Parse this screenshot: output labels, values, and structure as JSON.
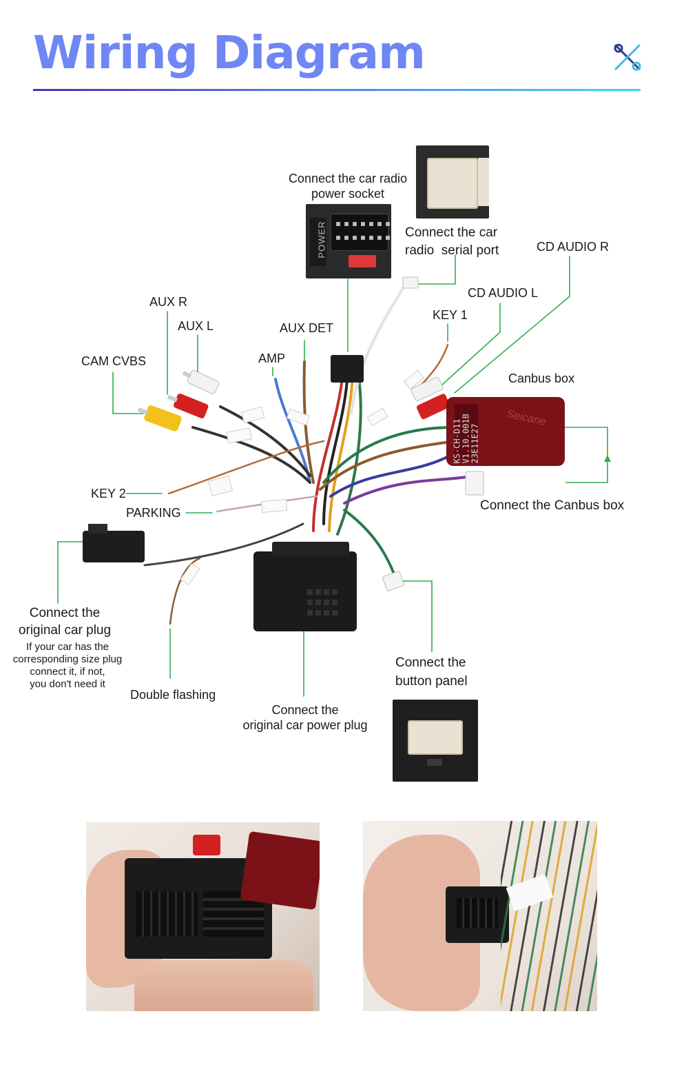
{
  "header": {
    "title": "Wiring Diagram",
    "icon": "tools-icon",
    "colors": {
      "title": "#6f86f5",
      "rule_start": "#4a2fb8",
      "rule_end": "#3fd6f2",
      "leader": "#2fae4a"
    }
  },
  "labels": {
    "power_socket": "Connect the car radio\npower socket",
    "serial_port": "Connect the car\nradio  serial port",
    "cd_audio_r": "CD AUDIO R",
    "cd_audio_l": "CD AUDIO L",
    "key1": "KEY 1",
    "aux_r": "AUX R",
    "aux_l": "AUX L",
    "aux_det": "AUX DET",
    "amp": "AMP",
    "cam_cvbs": "CAM CVBS",
    "canbus_box": "Canbus box",
    "connect_canbus": "Connect the  Canbus box",
    "key2": "KEY 2",
    "parking": "PARKING",
    "original_plug": "Connect the\noriginal car plug",
    "original_plug_note": "If your car has the\ncorresponding size plug\nconnect it, if not,\nyou don't need it",
    "double_flashing": "Double flashing",
    "power_plug": "Connect the\noriginal car power plug",
    "button_panel": "Connect the\nbutton panel"
  },
  "device_text": {
    "power_port": "POWER",
    "canbus_model": "KS-CH-D11\nV1.10.001B\n23E11E27",
    "brand": "Seicane"
  }
}
